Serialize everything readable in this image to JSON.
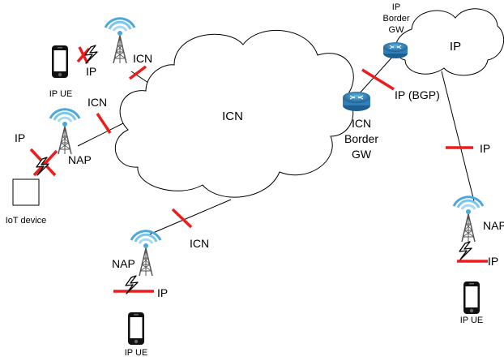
{
  "labels": {
    "ip_cloud": "IP",
    "icn_cloud": "ICN",
    "ip_border_gw_line1": "IP",
    "ip_border_gw_line2": "Border",
    "ip_border_gw_line3": "GW",
    "icn_border_gw_line1": "ICN",
    "icn_border_gw_line2": "Border",
    "icn_border_gw_line3": "GW",
    "ip_bgp": "IP (BGP)",
    "ip_right_link": "IP",
    "nap_right": "NAP",
    "ip_right_ue_link": "IP",
    "ip_ue_right": "IP UE",
    "ip_top_left": "IP",
    "icn_top_left": "ICN",
    "ip_ue_top_left": "IP UE",
    "icn_left_link": "ICN",
    "ip_left": "IP",
    "nap_left": "NAP",
    "iot_device": "IoT device",
    "icn_bottom_link": "ICN",
    "nap_bottom": "NAP",
    "ip_bottom": "IP",
    "ip_ue_bottom": "IP UE"
  },
  "colors": {
    "cut_mark": "#ee1c1c",
    "antenna_blue": "#4aa8dc",
    "router_blue": "#2f7fb8",
    "line": "#000000"
  }
}
